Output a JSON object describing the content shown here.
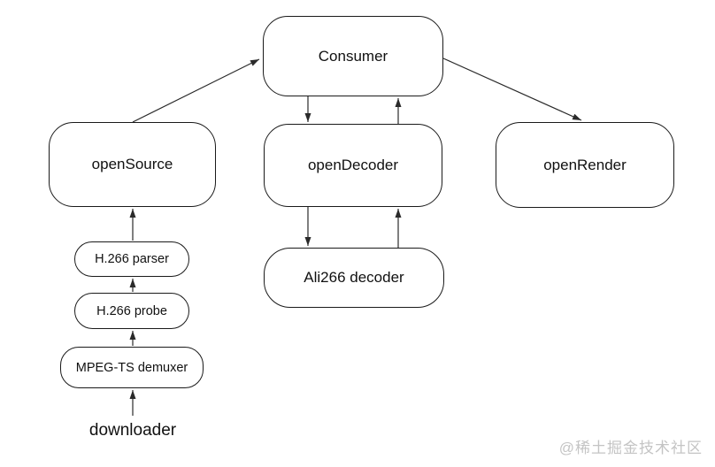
{
  "diagram": {
    "background": "#ffffff",
    "node_border_color": "#1a1a1a",
    "node_fill_color": "#ffffff",
    "arrow_color": "#2a2a2a",
    "nodes": {
      "consumer": "Consumer",
      "open_source": "openSource",
      "open_decoder": "openDecoder",
      "open_render": "openRender",
      "h266_parser": "H.266 parser",
      "h266_probe": "H.266 probe",
      "mpegts_demuxer": "MPEG-TS demuxer",
      "ali266_decoder": "Ali266 decoder",
      "downloader": "downloader"
    },
    "edges": [
      {
        "from": "openSource",
        "to": "Consumer"
      },
      {
        "from": "Consumer",
        "to": "openRender"
      },
      {
        "from": "Consumer",
        "to": "openDecoder"
      },
      {
        "from": "openDecoder",
        "to": "Consumer"
      },
      {
        "from": "openDecoder",
        "to": "Ali266 decoder"
      },
      {
        "from": "Ali266 decoder",
        "to": "openDecoder"
      },
      {
        "from": "H.266 parser",
        "to": "openSource"
      },
      {
        "from": "H.266 probe",
        "to": "H.266 parser"
      },
      {
        "from": "MPEG-TS demuxer",
        "to": "H.266 probe"
      },
      {
        "from": "downloader",
        "to": "MPEG-TS demuxer"
      }
    ]
  },
  "watermark": {
    "text": "@稀土掘金技术社区",
    "color": "#c4c4c4"
  }
}
